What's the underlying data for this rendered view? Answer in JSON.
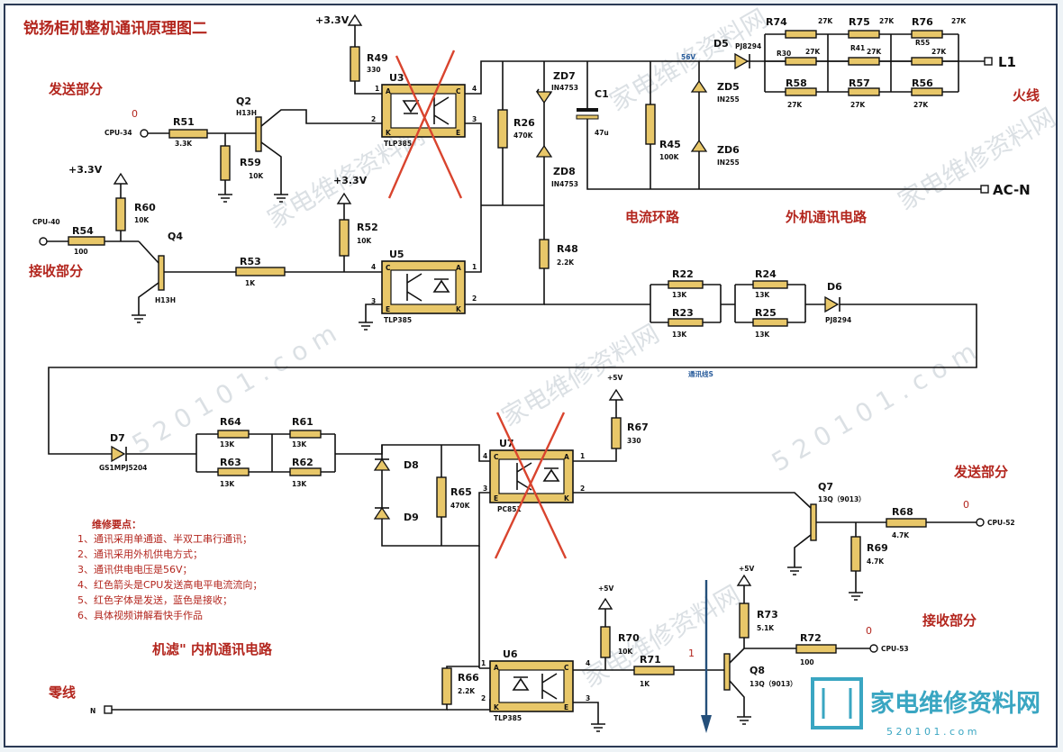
{
  "title": "锐扬柜机整机通讯原理图二",
  "sections": {
    "send_top": "发送部分",
    "recv_top": "接收部分",
    "fire_line": "火线",
    "current_loop": "电流环路",
    "outdoor_circuit": "外机通讯电路",
    "indoor_circuit": "机滤\" 内机通讯电路",
    "neutral_line": "零线",
    "send_bottom": "发送部分",
    "recv_bottom": "接收部分"
  },
  "signals": {
    "cpu34": "CPU-34",
    "cpu40": "CPU-40",
    "cpu52": "CPU-52",
    "cpu53": "CPU-53",
    "l1": "L1",
    "acn": "AC-N",
    "n": "N",
    "v56": "56V",
    "comm_line": "通讯线S",
    "zero_a": "0",
    "zero_b": "0",
    "zero_c": "0",
    "one": "1"
  },
  "rails": {
    "v33": "+3.3V",
    "v5": "+5V"
  },
  "components": {
    "R49": "R49",
    "R49v": "330",
    "R51": "R51",
    "R51v": "3.3K",
    "R59": "R59",
    "R59v": "10K",
    "R60": "R60",
    "R60v": "10K",
    "R54": "R54",
    "R54v": "100",
    "R53": "R53",
    "R53v": "1K",
    "R52": "R52",
    "R52v": "10K",
    "R26": "R26",
    "R26v": "470K",
    "R48": "R48",
    "R48v": "2.2K",
    "R45": "R45",
    "R45v": "100K",
    "R74": "R74",
    "R75": "R75",
    "R76": "R76",
    "R30": "R30",
    "R41": "R41",
    "R55": "R55",
    "R58": "R58",
    "R57": "R57",
    "R56": "R56",
    "v27k": "27K",
    "R22": "R22",
    "R23": "R23",
    "R24": "R24",
    "R25": "R25",
    "v13k": "13K",
    "R64": "R64",
    "R61": "R61",
    "R63": "R63",
    "R62": "R62",
    "R65": "R65",
    "R65v": "470K",
    "R67": "R67",
    "R67v": "330",
    "R68": "R68",
    "R68v": "4.7K",
    "R69": "R69",
    "R69v": "4.7K",
    "R70": "R70",
    "R70v": "10K",
    "R71": "R71",
    "R71v": "1K",
    "R66": "R66",
    "R66v": "2.2K",
    "R73": "R73",
    "R73v": "5.1K",
    "R72": "R72",
    "R72v": "100",
    "Q2": "Q2",
    "Q2v": "H13H",
    "Q4": "Q4",
    "Q4v": "H13H",
    "Q7": "Q7",
    "Q7v": "13Q（9013）",
    "Q8": "Q8",
    "Q8v": "13Q（9013）",
    "U3": "U3",
    "U3v": "TLP385",
    "U5": "U5",
    "U5v": "TLP385",
    "U7": "U7",
    "U7v": "PC851",
    "U6": "U6",
    "U6v": "TLP385",
    "ZD7": "ZD7",
    "ZD7v": "IN4753",
    "ZD8": "ZD8",
    "ZD8v": "IN4753",
    "ZD5": "ZD5",
    "ZD5v": "IN255",
    "ZD6": "ZD6",
    "ZD6v": "IN255",
    "C1": "C1",
    "C1v": "47u",
    "D5": "D5",
    "D5v": "PJ8294",
    "D6": "D6",
    "D6v": "PJ8294",
    "D7": "D7",
    "D7v": "GS1MPJ5204",
    "D8": "D8",
    "D9": "D9"
  },
  "pins": {
    "p1": "1",
    "p2": "2",
    "p3": "3",
    "p4": "4",
    "A": "A",
    "K": "K",
    "C": "C",
    "E": "E"
  },
  "notes": {
    "heading": "维修要点：",
    "items": [
      "1、通讯采用单通道、半双工串行通讯；",
      "2、通讯采用外机供电方式；",
      "3、通讯供电电压是56V；",
      "4、红色箭头是CPU发送高电平电流流向；",
      "5、红色字体是发送，蓝色是接收；",
      "6、具体视频讲解看快手作品"
    ]
  },
  "watermark": {
    "text": "家电维修资料网",
    "url": "5 2 0 1 0 1 . c o m"
  },
  "colors": {
    "resistor": "#e8c769",
    "red_text": "#b3261e",
    "blue_text": "#2a5d9c",
    "cross": "#d9442e",
    "logo": "#3aa6c2"
  }
}
